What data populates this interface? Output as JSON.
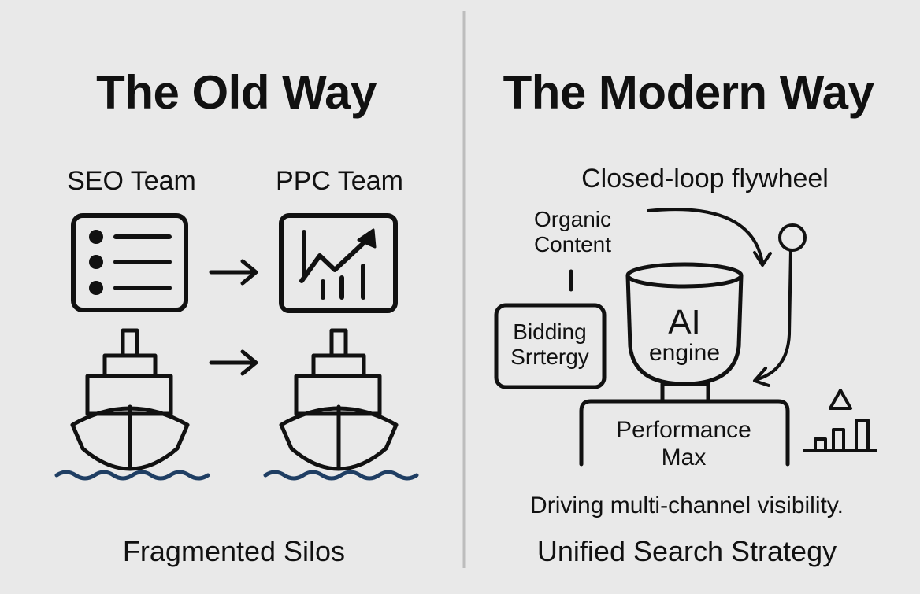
{
  "left": {
    "title": "The Old Way",
    "seo_label": "SEO Team",
    "ppc_label": "PPC Team",
    "footer": "Fragmented Silos",
    "icons": [
      "bullet-list-icon",
      "arrow-right-icon",
      "growth-chart-icon",
      "ship-icon",
      "arrow-right-icon",
      "ship-icon"
    ]
  },
  "right": {
    "title": "The Modern Way",
    "subtitle": "Closed-loop flywheel",
    "organic_line1": "Organic",
    "organic_line2": "Content",
    "bidding_line1": "Bidding",
    "bidding_line2": "Srrtergy",
    "ai_line1": "AI",
    "ai_line2": "engine",
    "pmax_line1": "Performance",
    "pmax_line2": "Max",
    "caption": "Driving multi-channel visibility.",
    "footer": "Unified Search Strategy",
    "icons": [
      "curved-arrow-icon",
      "loop-arrow-icon",
      "funnel-cup-icon",
      "bar-chart-icon",
      "triangle-icon"
    ]
  },
  "colors": {
    "background": "#e9e9e9",
    "ink": "#111111",
    "water": "#1f3e63",
    "divider": "#bdbdbd"
  }
}
